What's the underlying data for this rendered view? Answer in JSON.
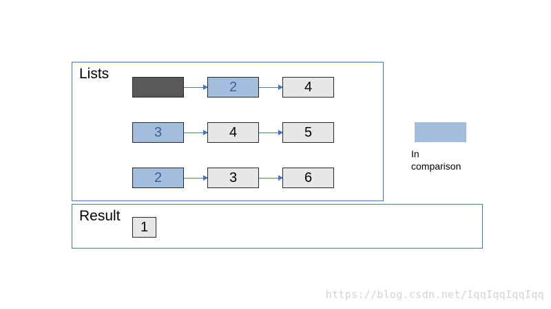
{
  "lists_panel": {
    "title": "Lists"
  },
  "rows": [
    [
      {
        "label": "",
        "state": "done"
      },
      {
        "label": "2",
        "state": "compare"
      },
      {
        "label": "4",
        "state": "pending"
      }
    ],
    [
      {
        "label": "3",
        "state": "compare"
      },
      {
        "label": "4",
        "state": "pending"
      },
      {
        "label": "5",
        "state": "pending"
      }
    ],
    [
      {
        "label": "2",
        "state": "compare"
      },
      {
        "label": "3",
        "state": "pending"
      },
      {
        "label": "6",
        "state": "pending"
      }
    ]
  ],
  "result_panel": {
    "title": "Result",
    "items": [
      "1"
    ]
  },
  "legend": {
    "label": "In\ncomparison",
    "color": "#a3bddf"
  },
  "colors": {
    "done": "#595959",
    "compare": "#a3bddf",
    "pending": "#e7e7e7",
    "border": "#4472c4"
  },
  "watermark": "https://blog.csdn.net/IqqIqqIqqIqq"
}
